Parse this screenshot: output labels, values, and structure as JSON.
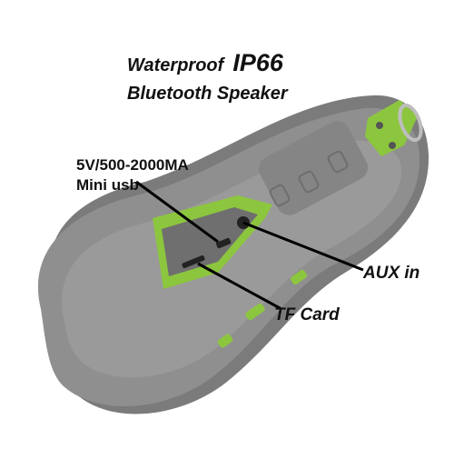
{
  "title": {
    "line1_prefix": "Waterproof",
    "line1_rating": "IP66",
    "line2": "Bluetooth Speaker"
  },
  "callouts": {
    "usb_spec": "5V/500-2000MA",
    "usb_label": "Mini usb",
    "aux": "AUX in",
    "tf": "TF Card"
  },
  "colors": {
    "body": "#8f8f8f",
    "accent": "#8cc63f",
    "text": "#111111"
  }
}
